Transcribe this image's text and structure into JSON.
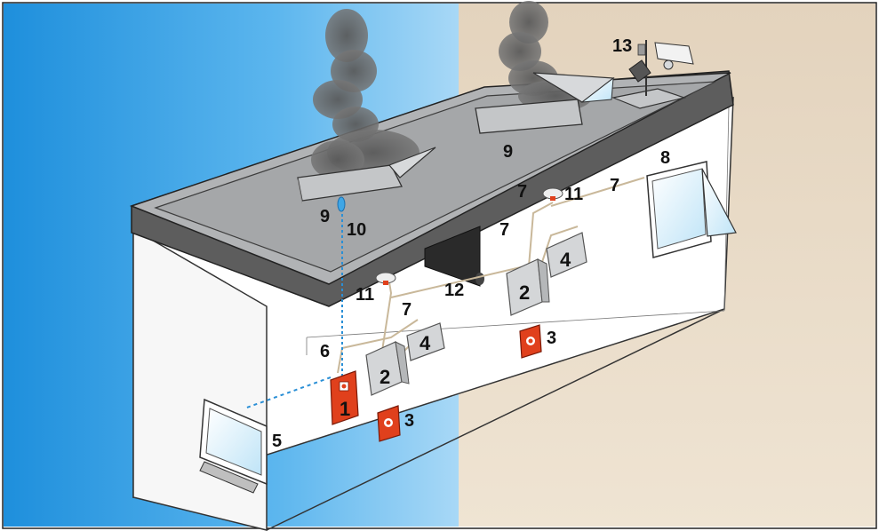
{
  "colors": {
    "sky": "#3fa6e6",
    "background_right": "#eadcc8",
    "roof": "#5e5e5e",
    "roof_deck": "#a6a8aa",
    "wall": "#ffffff",
    "smoke": "#6f6f6f",
    "alarm_red": "#e0401c",
    "signal_blue": "#2a8fd6",
    "cable": "#c9b89a",
    "box_gray": "#d4d6d8"
  },
  "icons": [
    "smoke-vent-icon",
    "fire-alarm-button-icon",
    "control-panel-icon",
    "manual-call-point-icon",
    "power-supply-icon",
    "window-icon",
    "smoke-detector-icon",
    "smoke-curtain-icon",
    "weather-station-icon",
    "compressed-air-cylinder-icon"
  ],
  "labels": {
    "l1": "1",
    "l2a": "2",
    "l2b": "2",
    "l3a": "3",
    "l3b": "3",
    "l4a": "4",
    "l4b": "4",
    "l5": "5",
    "l6": "6",
    "l7a": "7",
    "l7b": "7",
    "l7c": "7",
    "l7d": "7",
    "l8": "8",
    "l9a": "9",
    "l9b": "9",
    "l10": "10",
    "l11a": "11",
    "l11b": "11",
    "l12": "12",
    "l13": "13"
  }
}
